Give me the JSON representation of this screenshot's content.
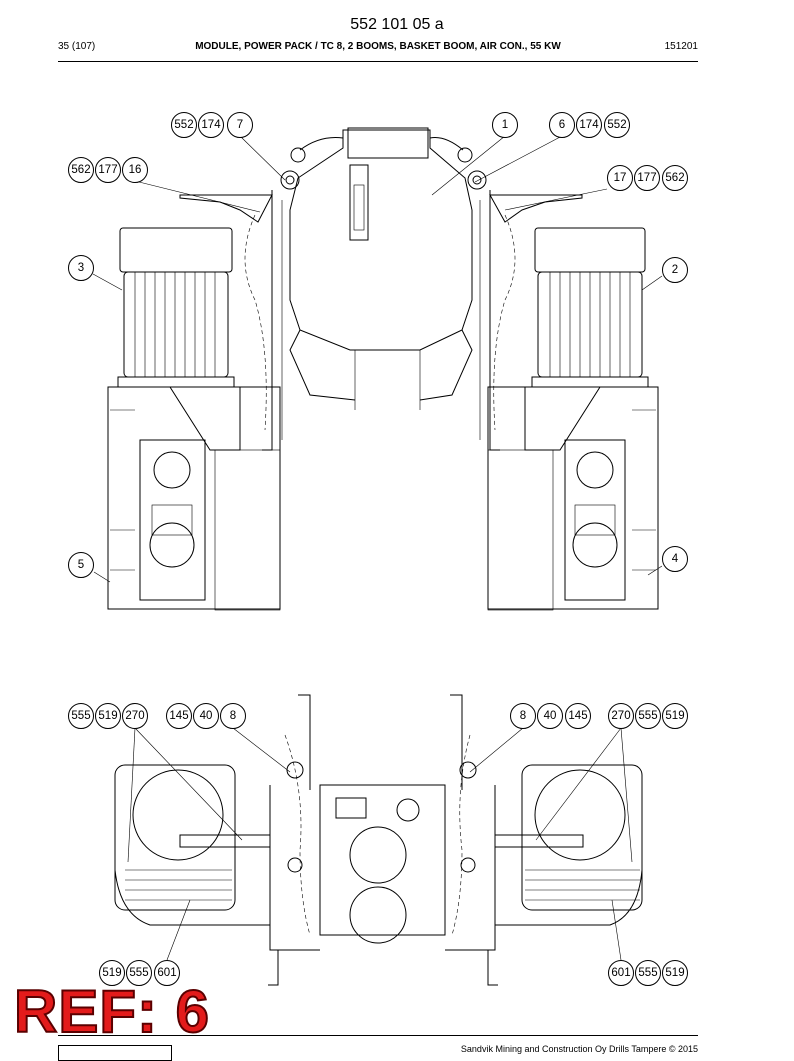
{
  "header": {
    "doc_number": "552 101 05 a",
    "page": "35 (107)",
    "title": "MODULE, POWER PACK / TC 8, 2 BOOMS, BASKET BOOM, AIR CON., 55 KW",
    "code": "151201"
  },
  "footer": {
    "company": "Sandvik Mining and Construction Oy Drills Tampere © 2015"
  },
  "stamp": "REF: 6",
  "callouts": {
    "top_left_a": [
      "552",
      "174",
      "7"
    ],
    "top_center": [
      "1"
    ],
    "top_right_a": [
      "6",
      "174",
      "552"
    ],
    "top_left_b": [
      "562",
      "177",
      "16"
    ],
    "top_right_b": [
      "17",
      "177",
      "562"
    ],
    "left_motor": [
      "3"
    ],
    "right_motor": [
      "2"
    ],
    "left_pump": [
      "5"
    ],
    "right_pump": [
      "4"
    ],
    "bottom_left_a": [
      "555",
      "519",
      "270"
    ],
    "bottom_left_b": [
      "145",
      "40",
      "8"
    ],
    "bottom_right_b": [
      "8",
      "40",
      "145"
    ],
    "bottom_right_a": [
      "270",
      "555",
      "519"
    ],
    "bottom_left_c": [
      "519",
      "555",
      "601"
    ],
    "bottom_right_c": [
      "601",
      "555",
      "519"
    ]
  }
}
